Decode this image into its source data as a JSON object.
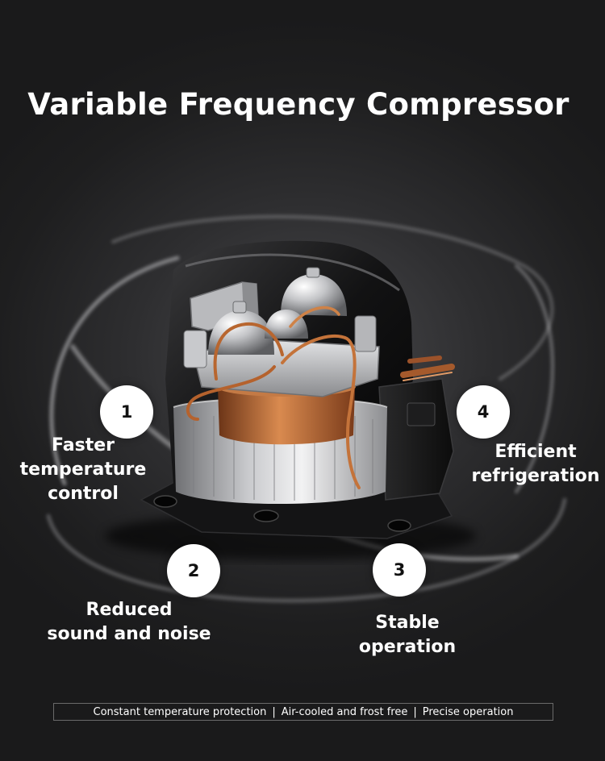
{
  "title": "Variable Frequency Compressor",
  "features": [
    {
      "number": "1",
      "lines": [
        "Faster",
        "temperature",
        "control"
      ]
    },
    {
      "number": "2",
      "lines": [
        "Reduced",
        "sound and noise"
      ]
    },
    {
      "number": "3",
      "lines": [
        "Stable",
        "operation"
      ]
    },
    {
      "number": "4",
      "lines": [
        "Efficient",
        "refrigeration"
      ]
    }
  ],
  "footer": {
    "items": [
      "Constant temperature protection",
      "Air-cooled and frost free",
      "Precise operation"
    ],
    "separator": "|"
  },
  "colors": {
    "background": "#1c1c1d",
    "badge": "#ffffff",
    "copper": "#c8743c"
  }
}
